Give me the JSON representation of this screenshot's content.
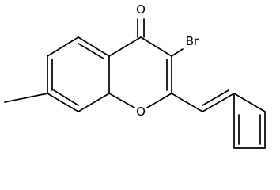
{
  "molecule": {
    "atoms": {
      "carbonyl_oxygen": "O",
      "bromine": "Br",
      "ring_oxygen": "O"
    }
  }
}
